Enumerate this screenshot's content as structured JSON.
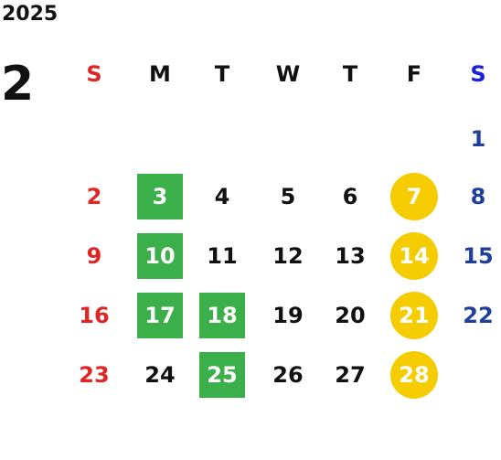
{
  "header": {
    "year": "2025",
    "month": "2"
  },
  "weekdays": [
    "S",
    "M",
    "T",
    "W",
    "T",
    "F",
    "S"
  ],
  "colors": {
    "sunday": "#e02525",
    "saturday": "#1f3f9b",
    "weekday": "#111111",
    "highlight_green": "#3aaf4a",
    "highlight_yellow": "#f5cc00",
    "saturday_header": "#1a1fe0",
    "highlight_text": "#ffffff"
  },
  "weeks": [
    [
      null,
      null,
      null,
      null,
      null,
      null,
      {
        "day": "1",
        "style": "normal"
      }
    ],
    [
      {
        "day": "2",
        "style": "normal"
      },
      {
        "day": "3",
        "style": "green"
      },
      {
        "day": "4",
        "style": "normal"
      },
      {
        "day": "5",
        "style": "normal"
      },
      {
        "day": "6",
        "style": "normal"
      },
      {
        "day": "7",
        "style": "circle"
      },
      {
        "day": "8",
        "style": "normal"
      }
    ],
    [
      {
        "day": "9",
        "style": "normal"
      },
      {
        "day": "10",
        "style": "green"
      },
      {
        "day": "11",
        "style": "normal"
      },
      {
        "day": "12",
        "style": "normal"
      },
      {
        "day": "13",
        "style": "normal"
      },
      {
        "day": "14",
        "style": "circle"
      },
      {
        "day": "15",
        "style": "normal"
      }
    ],
    [
      {
        "day": "16",
        "style": "normal"
      },
      {
        "day": "17",
        "style": "green"
      },
      {
        "day": "18",
        "style": "green"
      },
      {
        "day": "19",
        "style": "normal"
      },
      {
        "day": "20",
        "style": "normal"
      },
      {
        "day": "21",
        "style": "circle"
      },
      {
        "day": "22",
        "style": "normal"
      }
    ],
    [
      {
        "day": "23",
        "style": "normal"
      },
      {
        "day": "24",
        "style": "normal"
      },
      {
        "day": "25",
        "style": "green"
      },
      {
        "day": "26",
        "style": "normal"
      },
      {
        "day": "27",
        "style": "normal"
      },
      {
        "day": "28",
        "style": "circle"
      },
      null
    ]
  ]
}
